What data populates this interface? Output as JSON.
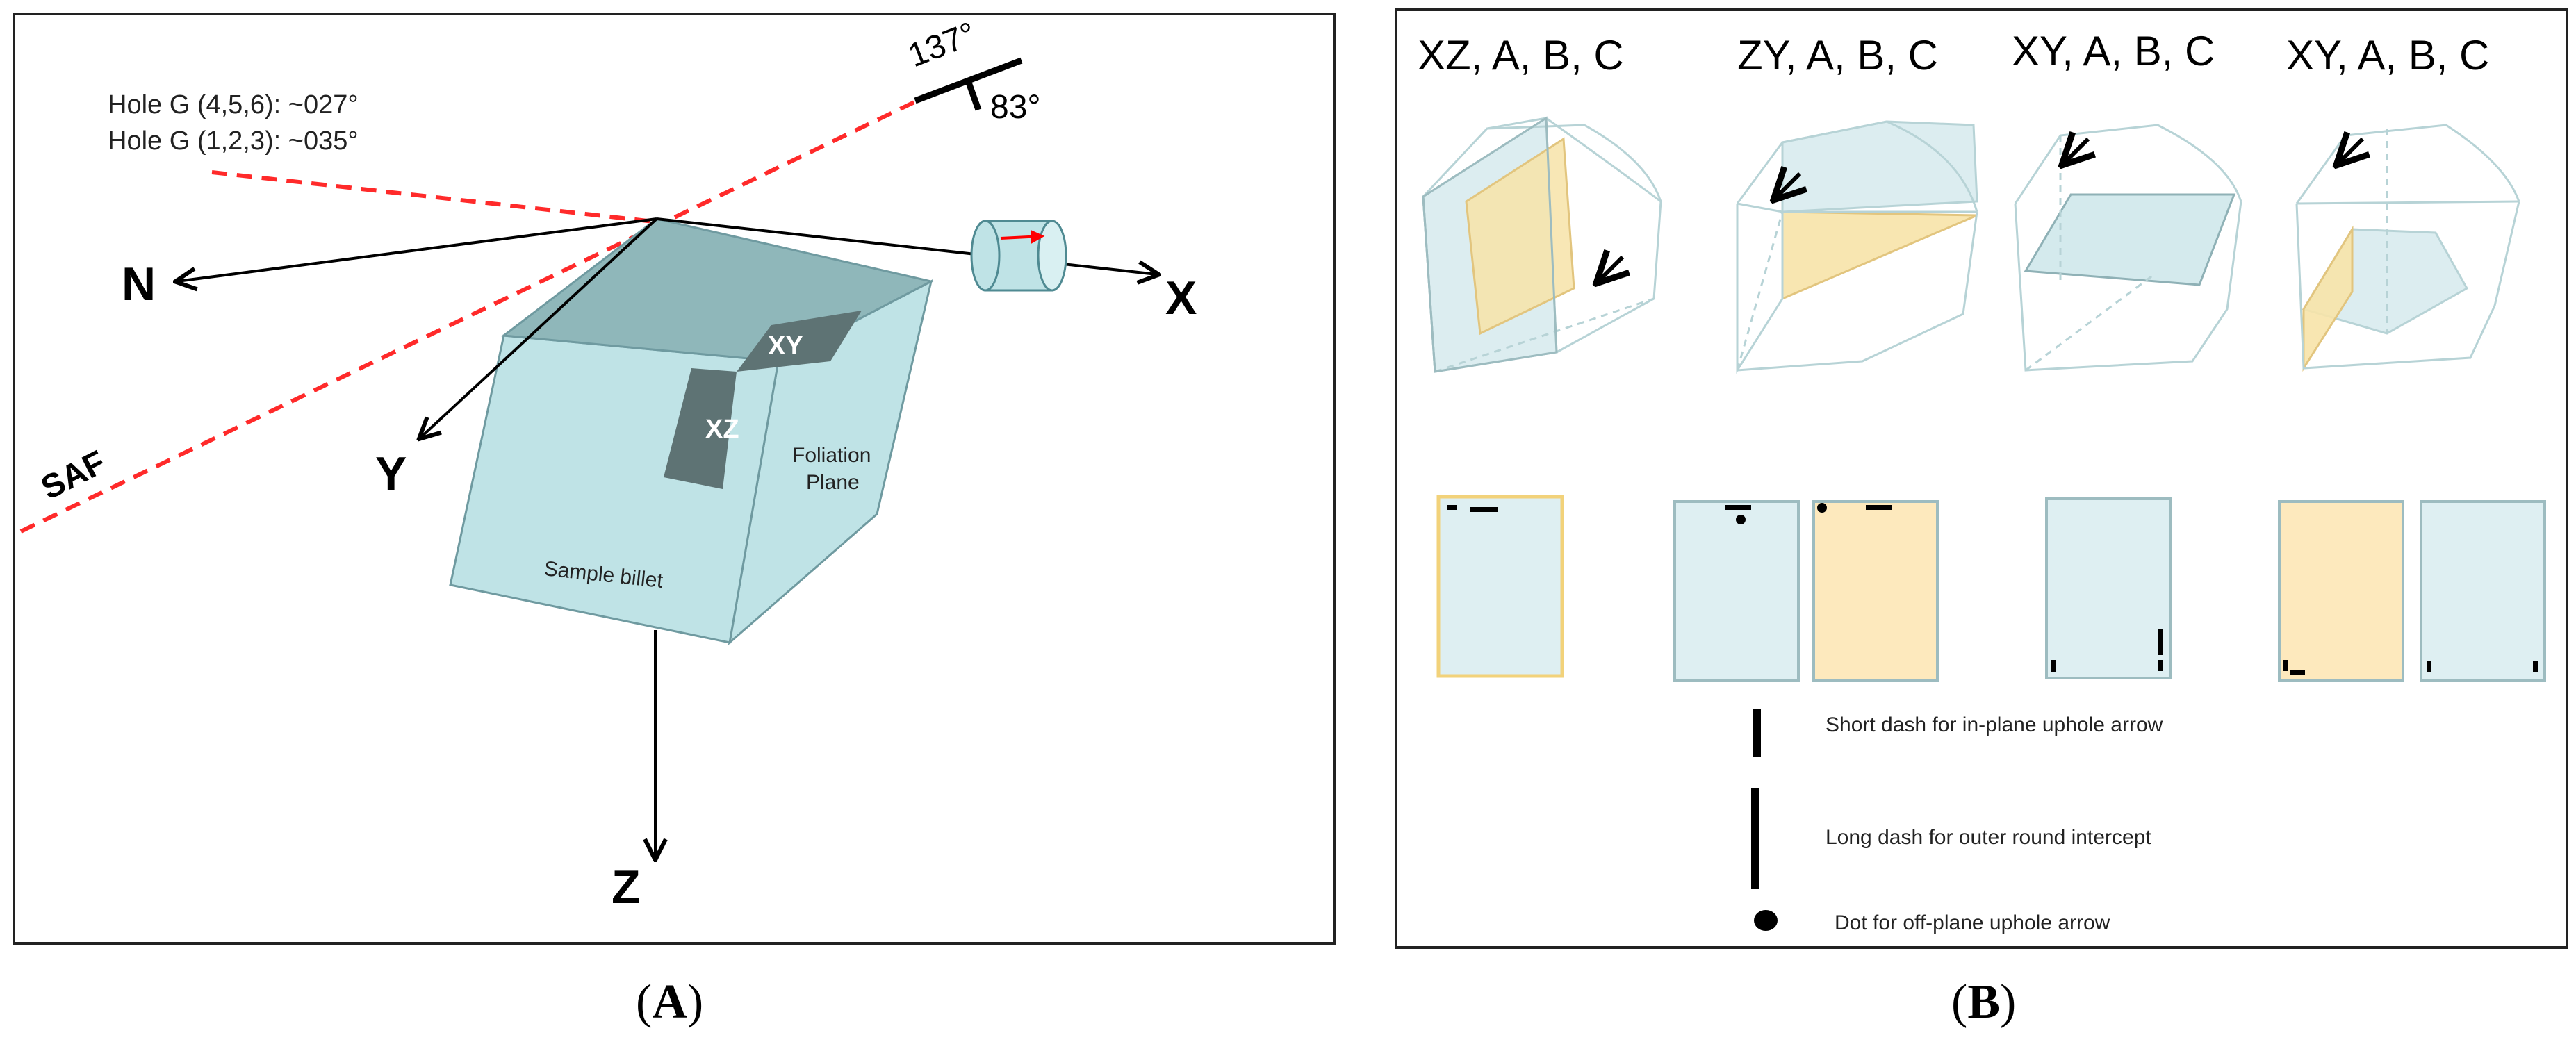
{
  "panel_a": {
    "caption_open": "(",
    "caption_letter": "A",
    "caption_close": ")",
    "hole_labels": [
      "Hole G (4,5,6): ~027°",
      "Hole G (1,2,3): ~035°"
    ],
    "strike_dip": {
      "strike": "137°",
      "dip": "83°"
    },
    "fault_label": "SAF",
    "axes": {
      "n": "N",
      "x": "X",
      "y": "Y",
      "z": "Z"
    },
    "face_labels": {
      "xy": "XY",
      "xz": "XZ"
    },
    "foliation_label": [
      "Foliation",
      "Plane"
    ],
    "billet_label": "Sample billet",
    "colors": {
      "billet_face": "#bfe3e6",
      "billet_top": "#8fb7ba",
      "cut_face": "#5e7374",
      "fault_line": "#ff2a2a",
      "arrow_red": "#ff0000"
    }
  },
  "panel_b": {
    "caption_open": "(",
    "caption_letter": "B",
    "caption_close": ")",
    "column_titles": [
      "XZ, A, B, C",
      "ZY, A, B, C",
      "XY, A, B, C",
      "XY, A, B, C"
    ],
    "legend": [
      {
        "symbol": "short-dash",
        "text": "Short dash for in-plane uphole arrow"
      },
      {
        "symbol": "long-dash",
        "text": "Long dash for outer round intercept"
      },
      {
        "symbol": "dot",
        "text": "Dot for off-plane uphole arrow"
      }
    ],
    "colors": {
      "blue_plane": "#cde6ea",
      "yellow_plane": "#f7e3a8",
      "card_blue": "#deeff2",
      "card_yellow": "#fde9bd",
      "card_border_blue": "#9dbcc0",
      "card_border_yellow": "#f2d27a"
    }
  }
}
